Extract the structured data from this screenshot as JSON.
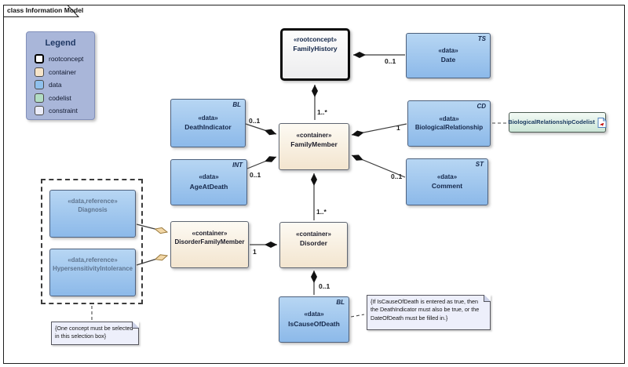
{
  "frame": {
    "tab_label": "class Information Model"
  },
  "legend": {
    "title": "Legend",
    "items": [
      {
        "key": "rootconcept",
        "label": "rootconcept"
      },
      {
        "key": "container",
        "label": "container"
      },
      {
        "key": "data",
        "label": "data"
      },
      {
        "key": "codelist",
        "label": "codelist"
      },
      {
        "key": "constraint",
        "label": "constraint"
      }
    ]
  },
  "nodes": {
    "family_history": {
      "stereotype": "«rootconcept»",
      "name": "FamilyHistory"
    },
    "date": {
      "stereotype": "«data»",
      "name": "Date",
      "type": "TS"
    },
    "death_indicator": {
      "stereotype": "«data»",
      "name": "DeathIndicator",
      "type": "BL"
    },
    "age_at_death": {
      "stereotype": "«data»",
      "name": "AgeAtDeath",
      "type": "INT"
    },
    "family_member": {
      "stereotype": "«container»",
      "name": "FamilyMember"
    },
    "biological_relationship": {
      "stereotype": "«data»",
      "name": "BiologicalRelationship",
      "type": "CD"
    },
    "comment": {
      "stereotype": "«data»",
      "name": "Comment",
      "type": "ST"
    },
    "diagnosis": {
      "stereotype": "«data,reference»",
      "name": "Diagnosis"
    },
    "hypersensitivity_intolerance": {
      "stereotype": "«data,reference»",
      "name": "HypersensitivityIntolerance"
    },
    "disorder_family_member": {
      "stereotype": "«container»",
      "name": "DisorderFamilyMember"
    },
    "disorder": {
      "stereotype": "«container»",
      "name": "Disorder"
    },
    "is_cause_of_death": {
      "stereotype": "«data»",
      "name": "IsCauseOfDeath",
      "type": "BL"
    },
    "biological_relationship_codelist": {
      "name": "BiologicalRelationshipCodelist",
      "icon": "document-icon"
    }
  },
  "multiplicities": {
    "family_history_date": "0..1",
    "family_history_family_member": "1..*",
    "family_member_death_indicator": "0..1",
    "family_member_age_at_death": "0..1",
    "family_member_biological_relationship": "1",
    "family_member_comment": "0..1",
    "family_member_disorder": "1..*",
    "disorder_family_member_disorder": "1",
    "disorder_is_cause_of_death": "0..1"
  },
  "notes": {
    "selection_constraint": "{One concept must be selected in this selection box}",
    "death_constraint": "{If IsCauseOfDeath is entered as true, then the DeathIndicator must also be true, or the DateOfDeath must be filled in.}"
  },
  "colors": {
    "data_fill": "#9ec6ef",
    "container_fill": "#f6ead6",
    "rootconcept_fill": "#f7f7f7",
    "codelist_fill": "#cde7d8",
    "constraint_fill": "#edeffb",
    "legend_bg": "#a9b6d9",
    "aggregation_diamond": "#f2d7a7",
    "composition_diamond": "#111111"
  }
}
